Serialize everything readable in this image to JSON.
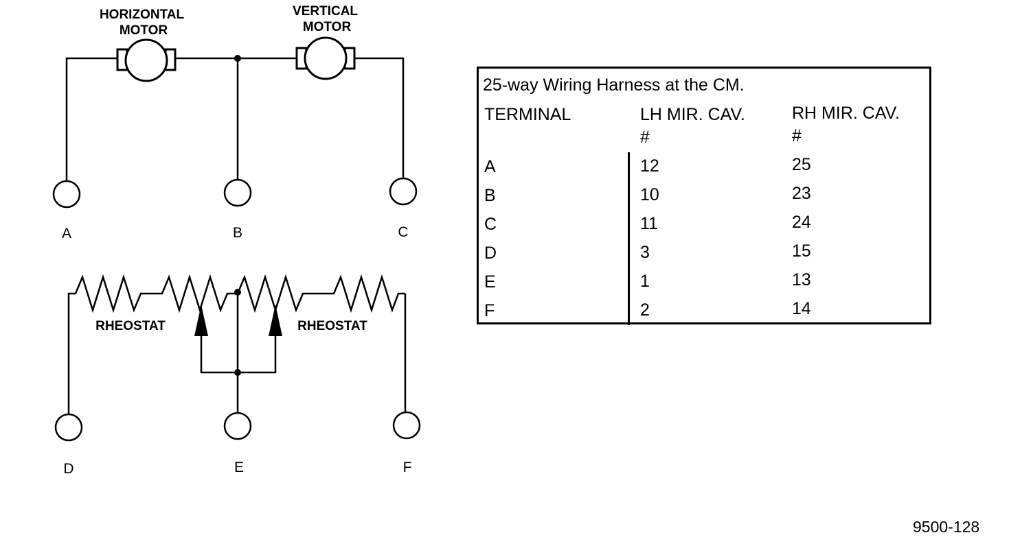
{
  "motors": {
    "horizontal": "HORIZONTAL\nMOTOR",
    "vertical": "VERTICAL\nMOTOR"
  },
  "rheostats": {
    "left": "RHEOSTAT",
    "right": "RHEOSTAT"
  },
  "terminals": [
    "A",
    "B",
    "C",
    "D",
    "E",
    "F"
  ],
  "table": {
    "title": "25-way Wiring Harness at the CM.",
    "headers": {
      "terminal": "TERMINAL",
      "lh": "LH MIR. CAV.",
      "rh": "RH MIR. CAV.",
      "number_sign": "#"
    },
    "rows": [
      {
        "terminal": "A",
        "lh": "12",
        "rh": "25"
      },
      {
        "terminal": "B",
        "lh": "10",
        "rh": "23"
      },
      {
        "terminal": "C",
        "lh": "11",
        "rh": "24"
      },
      {
        "terminal": "D",
        "lh": "3",
        "rh": "15"
      },
      {
        "terminal": "E",
        "lh": "1",
        "rh": "13"
      },
      {
        "terminal": "F",
        "lh": "2",
        "rh": "14"
      }
    ]
  },
  "figure_code": "9500-128"
}
